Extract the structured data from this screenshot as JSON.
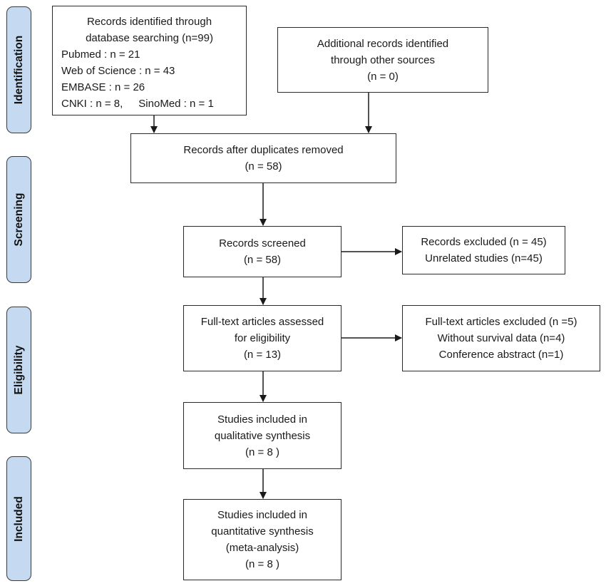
{
  "stages": {
    "identification": "Identification",
    "screening": "Screening",
    "eligibility": "Eligibility",
    "included": "Included"
  },
  "database_records": {
    "title_line1": "Records identified through",
    "title_line2": "database searching (n=99)",
    "sources": {
      "pubmed": "Pubmed : n = 21",
      "web_of_science": "Web of Science : n = 43",
      "embase": "EMBASE : n = 26",
      "cnki": "CNKI : n = 8,",
      "sinomed": "SinoMed : n = 1"
    }
  },
  "other_records": {
    "line1": "Additional records identified",
    "line2": "through other sources",
    "line3": "(n = 0)"
  },
  "duplicates_removed": {
    "line1": "Records after duplicates removed",
    "line2": "(n = 58)"
  },
  "records_screened": {
    "line1": "Records screened",
    "line2": "(n = 58)"
  },
  "records_excluded": {
    "line1": "Records excluded (n = 45)",
    "line2": "Unrelated studies (n=45)"
  },
  "fulltext_assessed": {
    "line1": "Full-text articles assessed",
    "line2": "for eligibility",
    "line3": "(n = 13)"
  },
  "fulltext_excluded": {
    "line1": "Full-text articles excluded (n =5)",
    "line2": "Without survival data (n=4)",
    "line3": "Conference abstract (n=1)"
  },
  "qualitative": {
    "line1": "Studies included in",
    "line2": "qualitative synthesis",
    "line3": "(n = 8 )"
  },
  "quantitative": {
    "line1": "Studies included in",
    "line2": "quantitative synthesis",
    "line3": "(meta-analysis)",
    "line4": "(n = 8 )"
  },
  "colors": {
    "stage_fill": "#c5d9f1",
    "border": "#2a2a2a",
    "arrow": "#1a1a1a"
  }
}
